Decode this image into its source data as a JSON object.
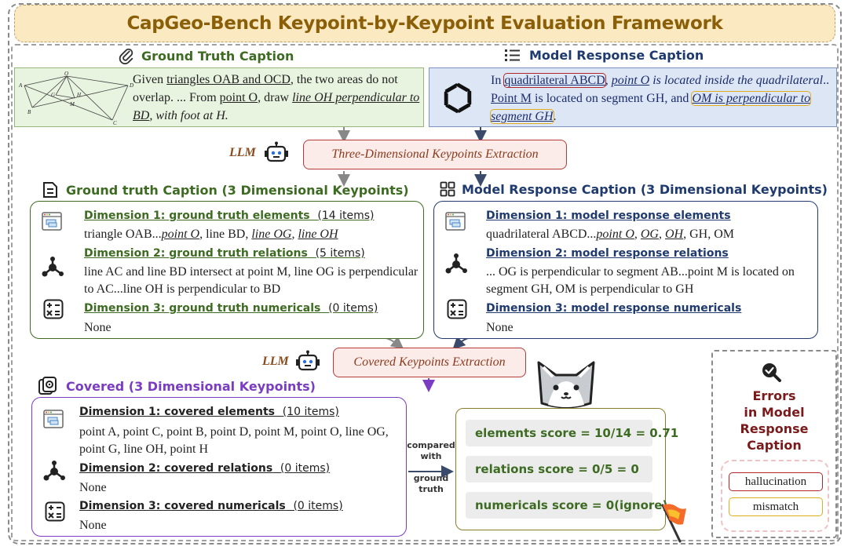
{
  "title": "CapGeo-Bench Keypoint-by-Keypoint Evaluation Framework",
  "gt_caption": {
    "header": "Ground Truth Caption",
    "diagram_points": [
      "A",
      "O",
      "D",
      "B",
      "G",
      "M",
      "H",
      "C"
    ],
    "segments": [
      {
        "text": "Given "
      },
      {
        "text": "triangles OAB and OCD",
        "style": "u"
      },
      {
        "text": ", the two areas do not overlap. ... From "
      },
      {
        "text": "point O",
        "style": "u"
      },
      {
        "text": ", draw "
      },
      {
        "text": "line OH perpendicular to",
        "style": "ui"
      },
      {
        "text": " "
      },
      {
        "text": "BD",
        "style": "ui"
      },
      {
        "text": ", with foot at H.",
        "style": "i"
      }
    ]
  },
  "model_caption": {
    "header": "Model Response Caption",
    "segments": [
      {
        "text": "In "
      },
      {
        "text": "quadrilateral ABCD",
        "style": "u",
        "highlight": "red"
      },
      {
        "text": ", "
      },
      {
        "text": "point O",
        "style": "ui"
      },
      {
        "text": " is located inside the quadrilateral",
        "style": "i"
      },
      {
        "text": ".. "
      },
      {
        "text": "Point M",
        "style": "u"
      },
      {
        "text": " is located on segment GH, and "
      },
      {
        "text": "OM is perpendicular to segment GH",
        "style": "ui",
        "highlight": "yellow"
      },
      {
        "text": "."
      }
    ]
  },
  "extraction1": {
    "llm": "LLM",
    "label": "Three-Dimensional Keypoints Extraction"
  },
  "gt_kp": {
    "header": "Ground truth Caption (3 Dimensional Keypoints)",
    "dims": [
      {
        "title": "Dimension 1: ground truth elements",
        "count": "(14 items)",
        "segments": [
          {
            "text": "triangle OAB..."
          },
          {
            "text": "point O",
            "style": "ui"
          },
          {
            "text": ", line BD, "
          },
          {
            "text": "line OG",
            "style": "ui"
          },
          {
            "text": ", "
          },
          {
            "text": "line OH",
            "style": "ui"
          }
        ]
      },
      {
        "title": "Dimension 2: ground truth relations",
        "count": "(5 items)",
        "segments": [
          {
            "text": "line AC and line BD intersect at point M, line OG is perpendicular to AC...line OH is perpendicular to BD"
          }
        ]
      },
      {
        "title": "Dimension 3: ground truth numericals",
        "count": "(0 items)",
        "segments": [
          {
            "text": "None"
          }
        ]
      }
    ]
  },
  "model_kp": {
    "header": "Model Response Caption (3 Dimensional Keypoints)",
    "dims": [
      {
        "title": "Dimension 1: model response elements",
        "count": "",
        "segments": [
          {
            "text": "quadrilateral ABCD..."
          },
          {
            "text": "point O",
            "style": "ui"
          },
          {
            "text": ", "
          },
          {
            "text": "OG",
            "style": "ui"
          },
          {
            "text": ", "
          },
          {
            "text": "OH",
            "style": "ui"
          },
          {
            "text": ", GH, OM"
          }
        ]
      },
      {
        "title": "Dimension 2: model response relations",
        "count": "",
        "segments": [
          {
            "text": "... OG is perpendicular to segment AB...point M is located on segment GH, OM is perpendicular to GH"
          }
        ]
      },
      {
        "title": "Dimension 3: model response numericals",
        "count": "",
        "segments": [
          {
            "text": "None"
          }
        ]
      }
    ]
  },
  "extraction2": {
    "llm": "LLM",
    "label": "Covered Keypoints Extraction"
  },
  "covered": {
    "header": "Covered (3 Dimensional Keypoints)",
    "dims": [
      {
        "title": "Dimension 1: covered elements",
        "count": "(10 items)",
        "segments": [
          {
            "text": "point A, point C, point B, point D, point M, point O, line OG, point G, line OH, point H"
          }
        ]
      },
      {
        "title": "Dimension 2: covered relations",
        "count": "(0 items)",
        "segments": [
          {
            "text": "None"
          }
        ]
      },
      {
        "title": "Dimension 3: covered numericals",
        "count": "(0 items)",
        "segments": [
          {
            "text": "None"
          }
        ]
      }
    ]
  },
  "compare_label": [
    "compared",
    "with",
    "ground",
    "truth"
  ],
  "scores": [
    "elements score = 10/14 = 0.71",
    "relations score = 0/5 = 0",
    "numericals score = 0(ignore)"
  ],
  "errors": {
    "title": [
      "Errors",
      "in Model",
      "Response",
      "Caption"
    ],
    "tags": [
      {
        "label": "hallucination",
        "color": "#b3262b"
      },
      {
        "label": "mismatch",
        "color": "#e0ad20"
      }
    ]
  },
  "colors": {
    "green": "#3d6b22",
    "blue": "#1f3a6e",
    "purple": "#7a3cc2",
    "llm_red": "#b53a3a"
  }
}
